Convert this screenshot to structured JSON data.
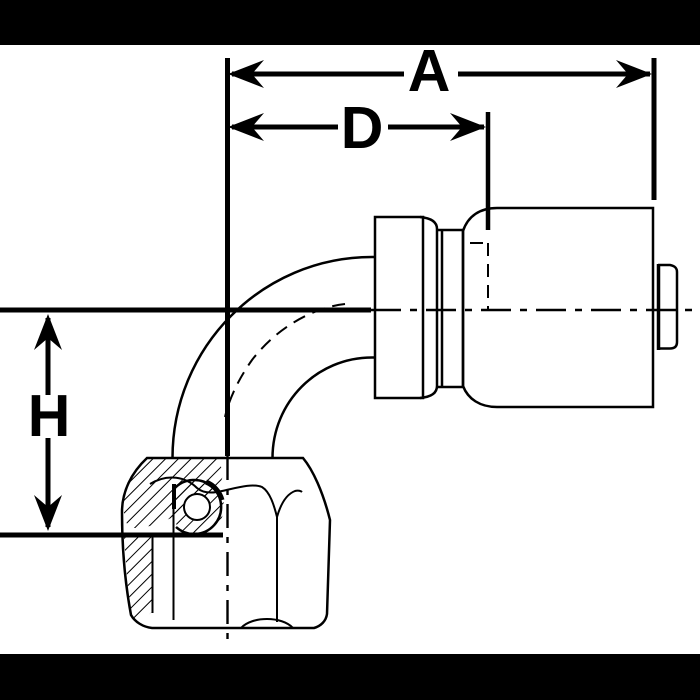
{
  "colors": {
    "background": "#ffffff",
    "ink": "#000000"
  },
  "labels": {
    "dim_a": "A",
    "dim_d": "D",
    "dim_h": "H"
  }
}
